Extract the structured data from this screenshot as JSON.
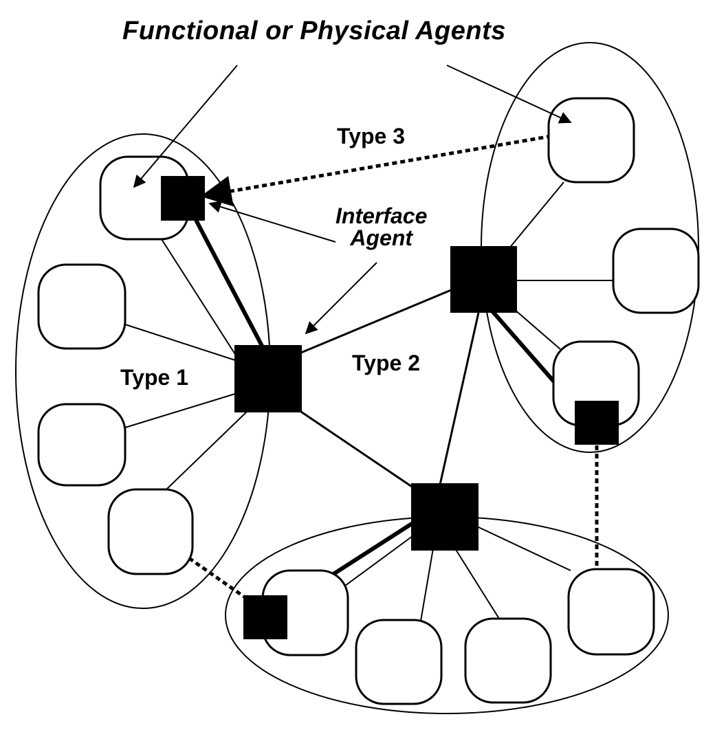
{
  "diagram": {
    "title": "Functional or Physical Agents",
    "labels": {
      "type1": "Type 1",
      "type2": "Type 2",
      "type3": "Type 3",
      "interface_line1": "Interface",
      "interface_line2": "Agent"
    },
    "colors": {
      "stroke": "#000000",
      "fill_interface_agent": "#000000",
      "background": "#ffffff"
    },
    "groups": [
      "left-cluster",
      "right-cluster",
      "bottom-cluster"
    ],
    "connection_styles": {
      "type1": "thin solid",
      "type2": "thick solid",
      "type3": "dotted"
    }
  }
}
